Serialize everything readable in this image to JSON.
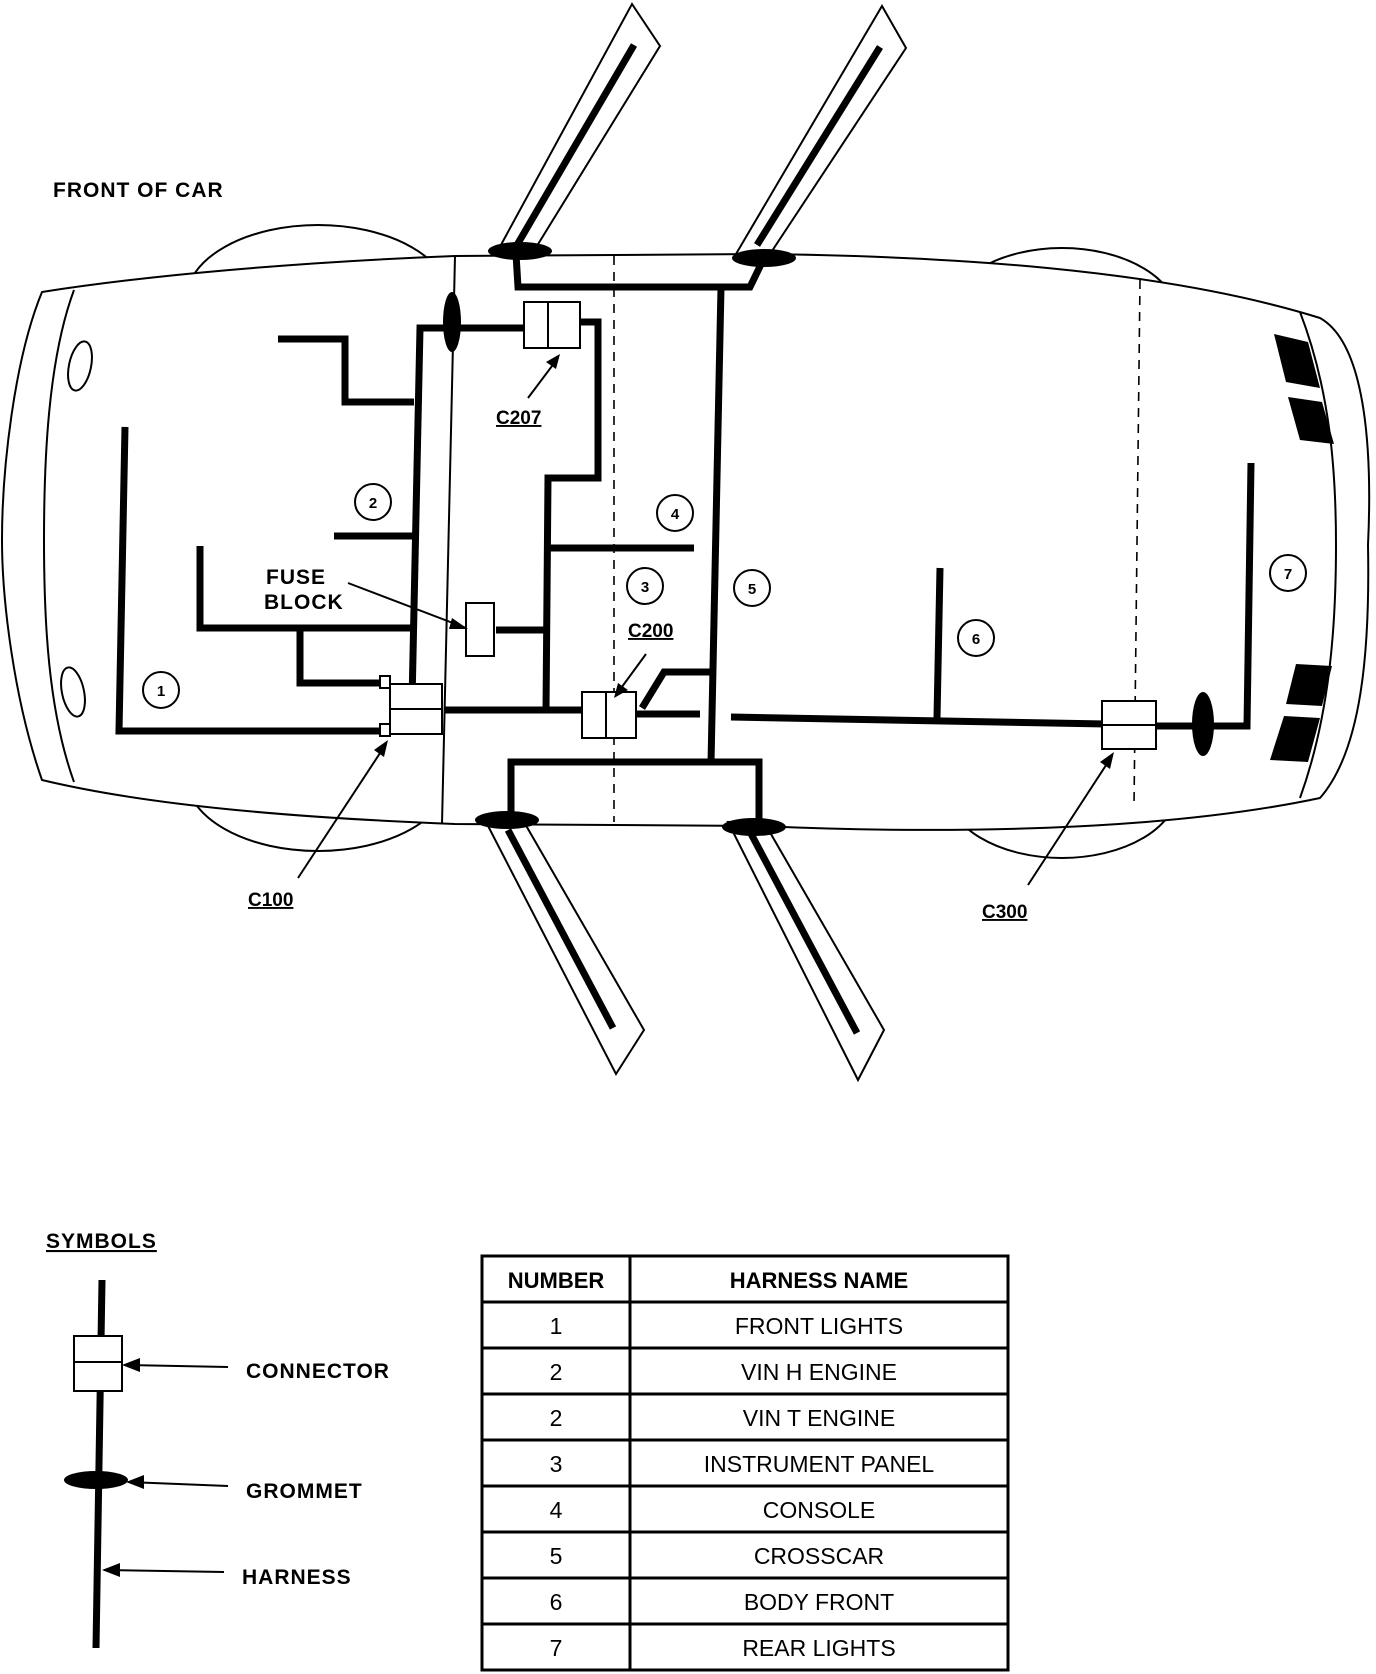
{
  "labels": {
    "front_of_car": "FRONT OF CAR",
    "fuse_block_line1": "FUSE",
    "fuse_block_line2": "BLOCK"
  },
  "connectors": {
    "c100": "C100",
    "c200": "C200",
    "c207": "C207",
    "c300": "C300"
  },
  "harness_markers": [
    "1",
    "2",
    "3",
    "4",
    "5",
    "6",
    "7"
  ],
  "symbols": {
    "title": "SYMBOLS",
    "connector": "CONNECTOR",
    "grommet": "GROMMET",
    "harness": "HARNESS"
  },
  "table": {
    "headers": [
      "NUMBER",
      "HARNESS NAME"
    ],
    "rows": [
      {
        "number": "1",
        "name": "FRONT LIGHTS"
      },
      {
        "number": "2",
        "name": "VIN H ENGINE"
      },
      {
        "number": "2",
        "name": "VIN T ENGINE"
      },
      {
        "number": "3",
        "name": "INSTRUMENT PANEL"
      },
      {
        "number": "4",
        "name": "CONSOLE"
      },
      {
        "number": "5",
        "name": "CROSSCAR"
      },
      {
        "number": "6",
        "name": "BODY FRONT"
      },
      {
        "number": "7",
        "name": "REAR LIGHTS"
      }
    ]
  }
}
